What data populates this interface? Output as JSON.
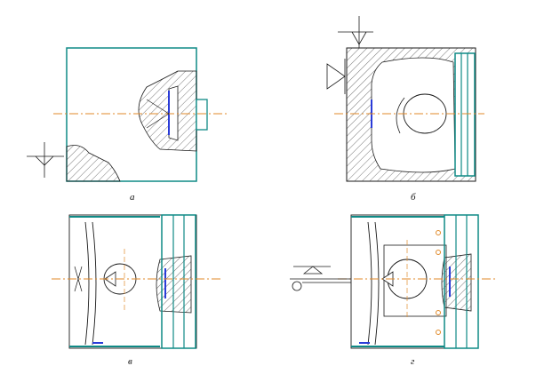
{
  "colors": {
    "outline": "#0f8a86",
    "line": "#1a1a1a",
    "axis": "#e08a2a",
    "accent": "#2a3bd8",
    "hatch": "#444444"
  },
  "panels": [
    {
      "id": "a",
      "label": "а"
    },
    {
      "id": "b",
      "label": "б"
    },
    {
      "id": "v",
      "label": "в"
    },
    {
      "id": "g",
      "label": "г"
    }
  ]
}
